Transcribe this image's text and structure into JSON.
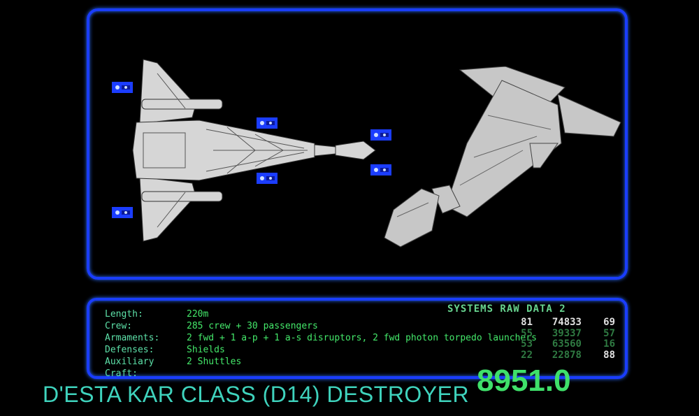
{
  "specs": [
    {
      "label": "Length:",
      "value": "220m"
    },
    {
      "label": "Crew:",
      "value": "285 crew + 30 passengers"
    },
    {
      "label": "Armaments:",
      "value": "2 fwd + 1 a-p + 1 a-s disruptors, 2 fwd photon torpedo launchers"
    },
    {
      "label": "Defenses:",
      "value": "Shields"
    },
    {
      "label": "Auxiliary Craft:",
      "value": "2 Shuttles"
    }
  ],
  "systems": {
    "title": "SYSTEMS RAW DATA 2",
    "rows": [
      [
        "81",
        "74833",
        "69"
      ],
      [
        "55",
        "39337",
        "57"
      ],
      [
        "53",
        "63560",
        "16"
      ],
      [
        "22",
        "22878",
        "88"
      ]
    ]
  },
  "ship_title": "D'ESTA KAR CLASS (D14) DESTROYER",
  "stardate": "8951.0",
  "colors": {
    "frame": "#1a3dff",
    "label": "#5de0a8",
    "value": "#44e86a",
    "title": "#3fd3bd"
  }
}
